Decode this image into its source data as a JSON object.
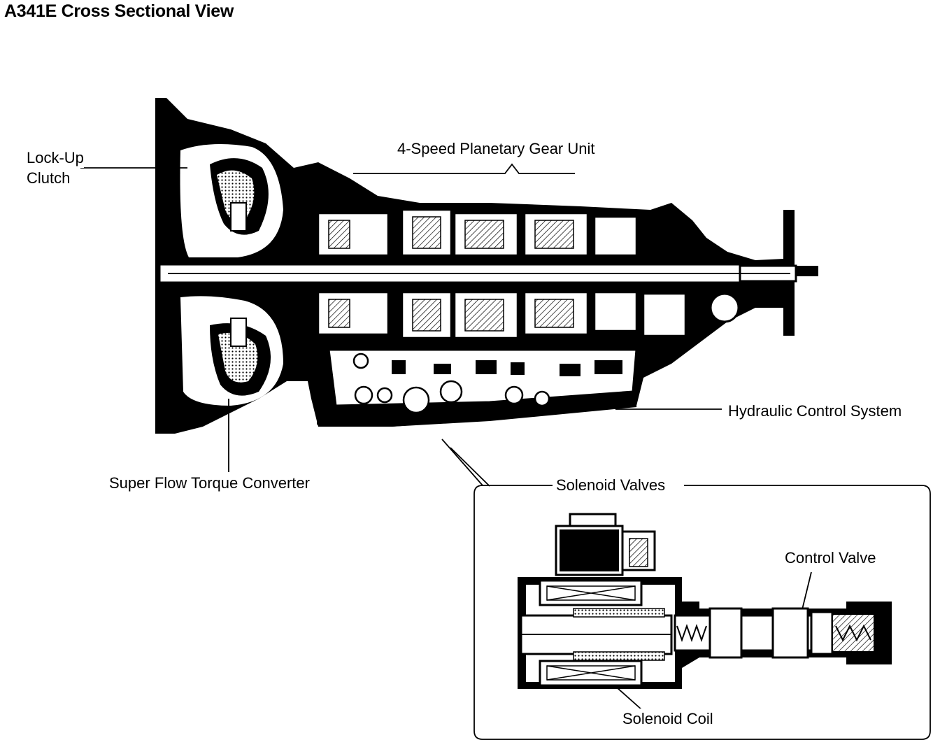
{
  "title": "A341E Cross Sectional View",
  "labels": {
    "lockup_clutch_line1": "Lock-Up",
    "lockup_clutch_line2": "Clutch",
    "planetary_gear_unit": "4-Speed Planetary Gear Unit",
    "hydraulic_control_system": "Hydraulic Control System",
    "torque_converter": "Super Flow Torque Converter",
    "solenoid_valves": "Solenoid Valves",
    "control_valve": "Control Valve",
    "solenoid_coil": "Solenoid Coil"
  }
}
